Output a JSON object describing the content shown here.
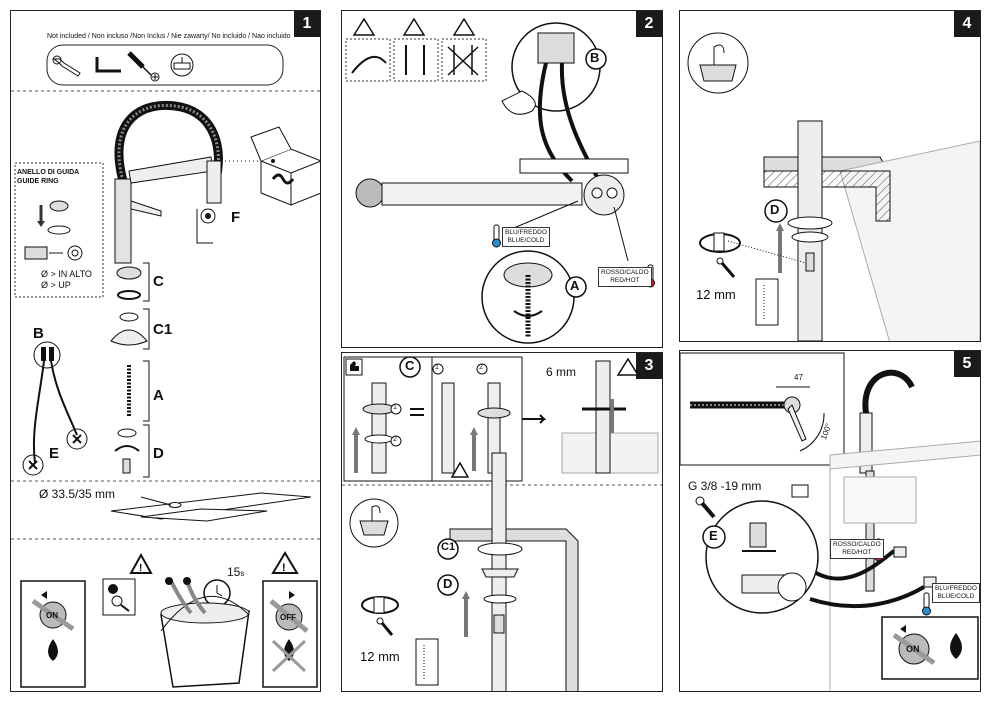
{
  "colors": {
    "ink": "#1a1a1a",
    "hot": "#d42020",
    "cold": "#2a8fd0",
    "hose": "#111111",
    "chrome": "#d8d8d8"
  },
  "panel1": {
    "number": "1",
    "not_included": "Not included / Non incluso /Non Inclus / Nie zawarty/ No incluido / Nao incluido",
    "guide_ring_it": "ANELLO DI GUIDA",
    "guide_ring_en": "GUIDE RING",
    "up_it": "Ø > IN ALTO",
    "up_en": "Ø > UP",
    "parts": {
      "F": "F",
      "C": "C",
      "C1": "C1",
      "A": "A",
      "B": "B",
      "E": "E",
      "D": "D"
    },
    "hole": "Ø 33.5/35 mm",
    "timer": "15",
    "timer_unit": "s",
    "on": "ON",
    "off": "OFF"
  },
  "panel2": {
    "number": "2",
    "B": "B",
    "A": "A",
    "cold_tag": [
      "BLU/FREDDO",
      "BLUE/COLD"
    ],
    "hot_tag": [
      "ROSSO/CALDO",
      "RED/HOT"
    ]
  },
  "panel3": {
    "number": "3",
    "C": "C",
    "step1": "1",
    "step2": "2",
    "gap": "6 mm",
    "C1": "C1",
    "D": "D",
    "wrench": "12 mm"
  },
  "panel4": {
    "number": "4",
    "D": "D",
    "wrench": "12 mm"
  },
  "panel5": {
    "number": "5",
    "dim_47": "47",
    "dim_100": "100°",
    "thread": "G 3/8 -19 mm",
    "E": "E",
    "hot_tag": [
      "ROSSO/CALDO",
      "RED/HOT"
    ],
    "cold_tag": [
      "BLU/FREDDO",
      "BLUE/COLD"
    ],
    "on": "ON"
  }
}
